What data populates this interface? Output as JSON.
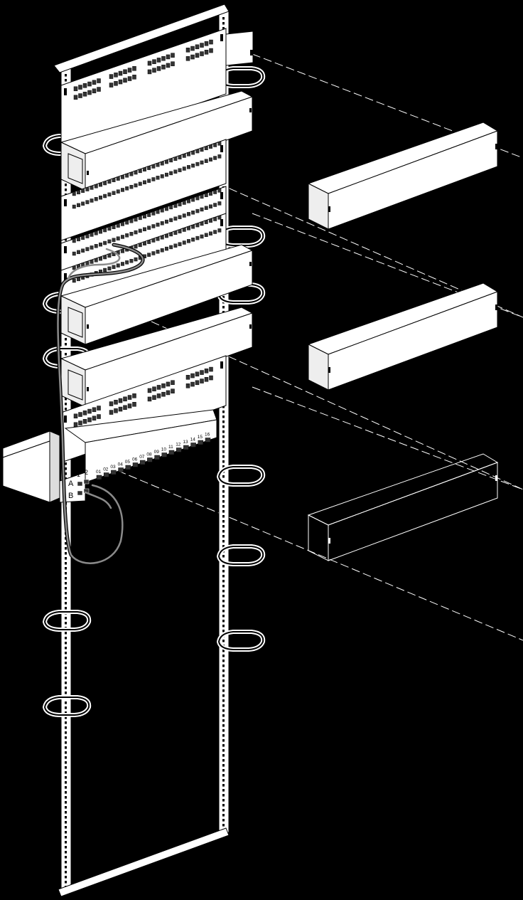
{
  "diagram": {
    "colors": {
      "background": "#000000",
      "panel_fill": "#ffffff",
      "stroke": "#000000",
      "line_art": "#ffffff",
      "cable": "#8a8a8a"
    },
    "port_numbers": [
      "01",
      "02",
      "03",
      "04",
      "05",
      "06",
      "07",
      "08",
      "09",
      "10",
      "11",
      "12",
      "13",
      "14",
      "15",
      "16"
    ],
    "row_labels": {
      "a": "A",
      "b": "B"
    },
    "column_labels": {
      "c1": "1",
      "c2": "2"
    },
    "icons": {
      "rails": "rack-rail-icon",
      "rings": "cable-management-ring-icon",
      "covers": "cable-duct-cover-icon",
      "box": "accessory-box-icon"
    }
  }
}
